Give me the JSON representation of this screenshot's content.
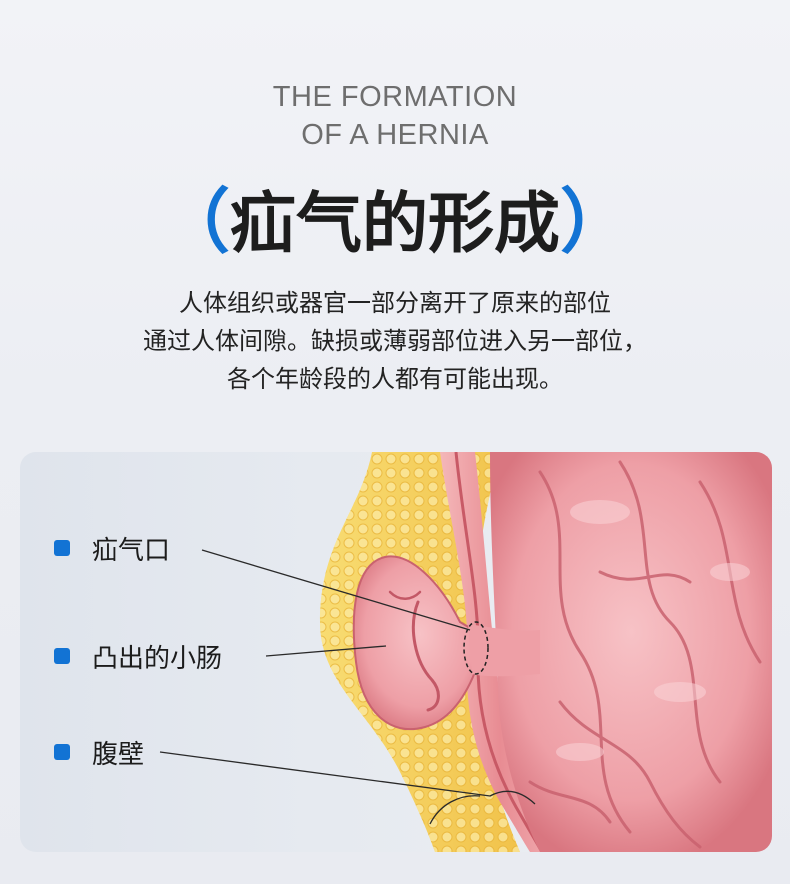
{
  "header": {
    "en_title_lines": [
      "THE FORMATION",
      "OF A HERNIA"
    ],
    "cn_title": "疝气的形成",
    "bracket_left": "（",
    "bracket_right": "）",
    "accent_color": "#1273d4"
  },
  "description": {
    "lines": [
      "人体组织或器官一部分离开了原来的部位",
      "通过人体间隙。缺损或薄弱部位进入另一部位，",
      "各个年龄段的人都有可能出现。"
    ]
  },
  "diagram": {
    "labels": [
      "疝气口",
      "凸出的小肠",
      "腹壁"
    ],
    "icons": [
      "fat-tissue",
      "abdominal-wall",
      "small-intestine",
      "hernia-sac",
      "hernia-opening"
    ]
  }
}
